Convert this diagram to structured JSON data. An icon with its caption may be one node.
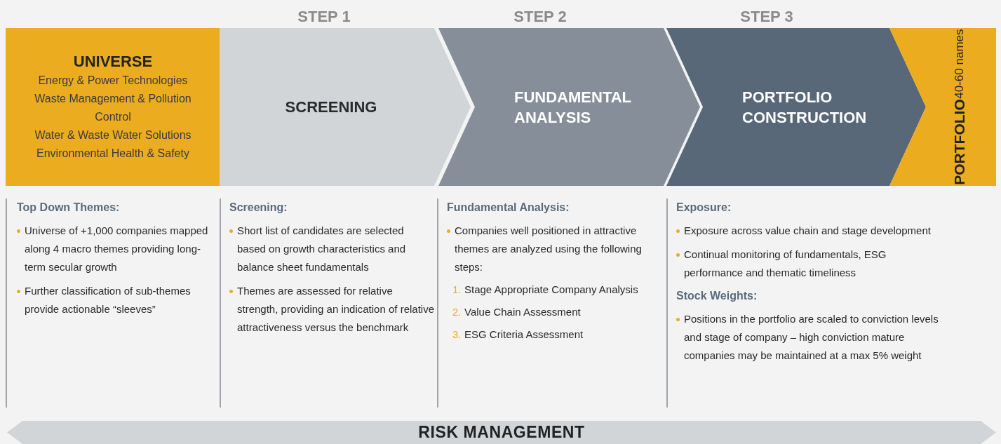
{
  "diagram": {
    "nodes": [
      {
        "text": [
          "UNIVERSE",
          "Energy & Power Technologies",
          "Waste Management & Pollution Control",
          "Water & Waste Water Solutions",
          "Environmental Health & Safety"
        ]
      },
      {
        "text": [
          "SCREENING"
        ]
      },
      {
        "text": [
          "FUNDAMENTAL ANALYSIS"
        ]
      },
      {
        "text": [
          "PORTFOLIO CONSTRUCTION"
        ]
      },
      {
        "text": [
          "PORTFOLIO",
          "40-60 names"
        ]
      },
      {
        "text": [
          "RISK MANAGEMENT"
        ]
      }
    ],
    "labels": [
      "STEP 1",
      "STEP 2",
      "STEP 3",
      "Top Down Themes:",
      "Universe of +1,000 companies mapped along 4 macro themes providing long-term secular growth",
      "Further classification of sub-themes provide actionable “sleeves”",
      "Screening:",
      "Short list of candidates are selected based on growth characteristics and balance sheet fundamentals",
      "Themes are assessed for relative strength, providing an indication of relative attractiveness versus the benchmark",
      "Fundamental Analysis:",
      "Companies well positioned in attractive themes are analyzed using the following steps:",
      "1.",
      "Stage Appropriate Company Analysis",
      "2.",
      "Value Chain Assessment",
      "3.",
      "ESG Criteria Assessment",
      "Exposure:",
      "Exposure across value chain and stage development",
      "Continual monitoring of fundamentals, ESG performance and thematic timeliness",
      "Stock Weights:",
      "Positions in the portfolio are scaled to conviction levels and stage of company – high conviction mature companies may be maintained at a max 5% weight"
    ]
  }
}
